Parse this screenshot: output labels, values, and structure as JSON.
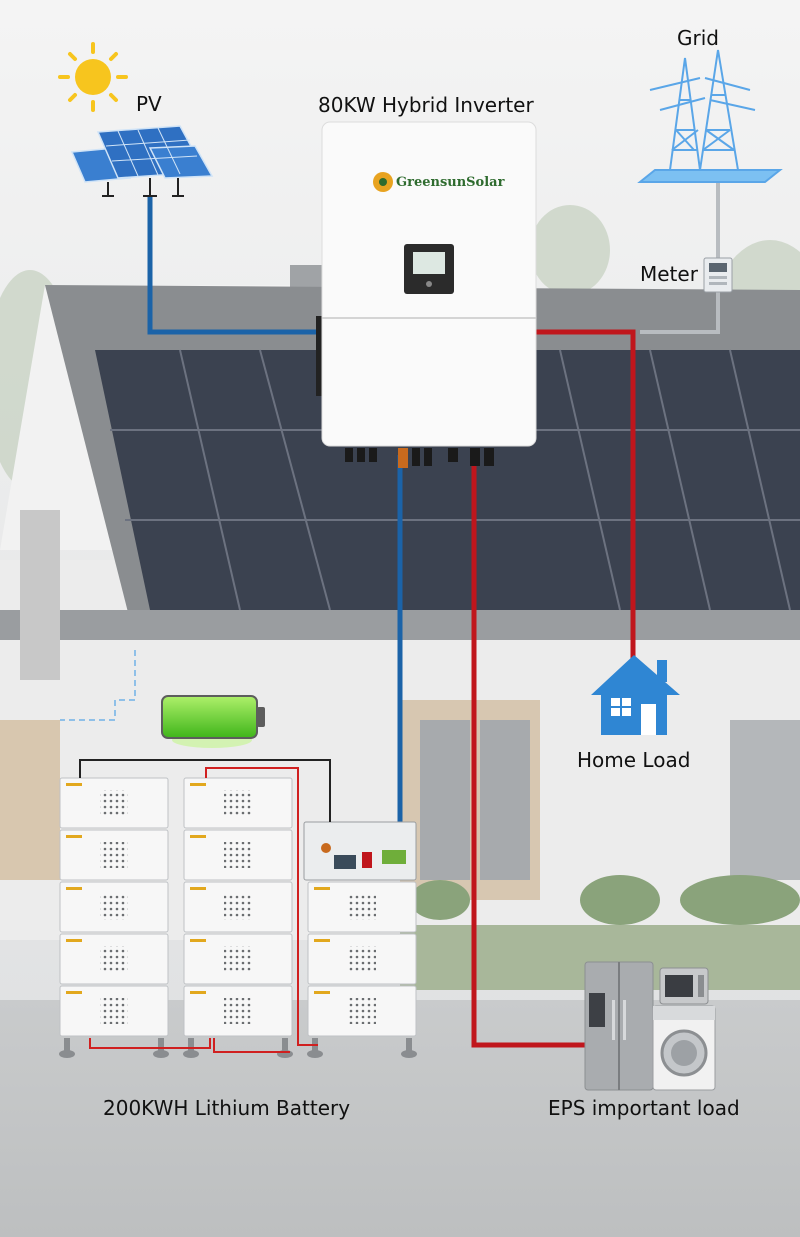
{
  "labels": {
    "pv": "PV",
    "inverter": "80KW Hybrid Inverter",
    "grid": "Grid",
    "meter": "Meter",
    "home_load": "Home Load",
    "battery": "200KWH Lithium Battery",
    "eps": "EPS important load"
  },
  "inverter_brand": "GreensunSolar",
  "colors": {
    "dc_line": "#1b63a8",
    "ac_line": "#c0161c",
    "grid_line": "#b8bcc0",
    "accent_blue": "#2f86d3",
    "battery_green": "#53d21b"
  },
  "icons": [
    "sun-icon",
    "solar-panel-icon",
    "power-tower-icon",
    "meter-icon",
    "home-icon",
    "battery-charge-icon",
    "refrigerator-icon",
    "microwave-icon",
    "washing-machine-icon"
  ]
}
